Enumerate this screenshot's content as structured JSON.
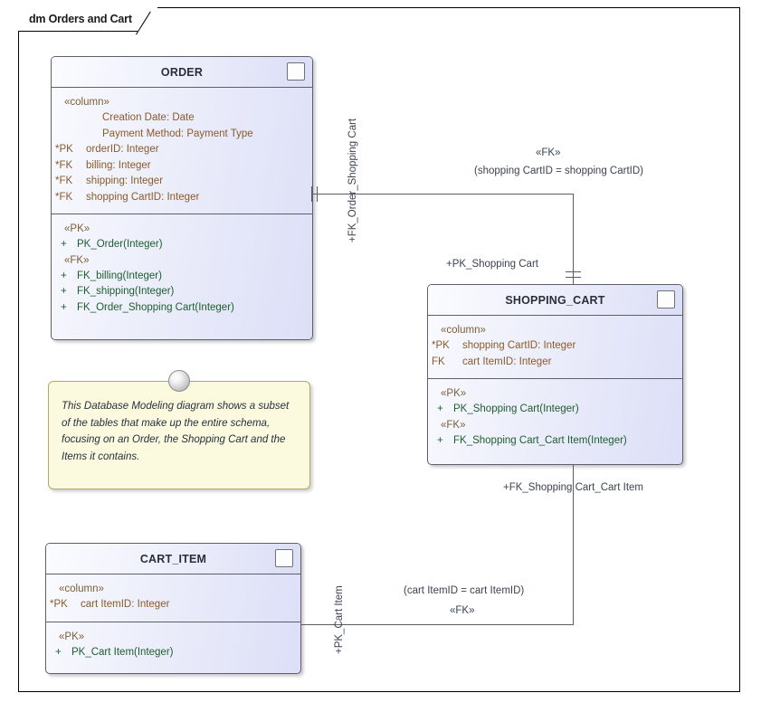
{
  "frame": {
    "tab_label": "dm Orders and Cart"
  },
  "tables": [
    {
      "id": "order",
      "name": "ORDER",
      "icon": "table-icon",
      "sections": [
        {
          "stereotype": "«column»",
          "rows": [
            {
              "key": "",
              "text": "Creation Date: Date",
              "indent": true
            },
            {
              "key": "",
              "text": "Payment Method: Payment Type",
              "indent": true
            },
            {
              "key": "*PK",
              "text": "orderID: Integer",
              "indent": false
            },
            {
              "key": "*FK",
              "text": "billing: Integer",
              "indent": false
            },
            {
              "key": "*FK",
              "text": "shipping: Integer",
              "indent": false
            },
            {
              "key": "*FK",
              "text": "shopping CartID: Integer",
              "indent": false
            }
          ]
        },
        {
          "groups": [
            {
              "stereotype": "«PK»",
              "ops": [
                {
                  "vis": "+",
                  "text": "PK_Order(Integer)"
                }
              ]
            },
            {
              "stereotype": "«FK»",
              "ops": [
                {
                  "vis": "+",
                  "text": "FK_billing(Integer)"
                },
                {
                  "vis": "+",
                  "text": "FK_shipping(Integer)"
                },
                {
                  "vis": "+",
                  "text": "FK_Order_Shopping Cart(Integer)"
                }
              ]
            }
          ]
        }
      ]
    },
    {
      "id": "shopping_cart",
      "name": "SHOPPING_CART",
      "icon": "table-icon",
      "sections": [
        {
          "stereotype": "«column»",
          "rows": [
            {
              "key": "*PK",
              "text": "shopping CartID: Integer",
              "indent": false
            },
            {
              "key": "FK",
              "text": "cart ItemID: Integer",
              "indent": false
            }
          ]
        },
        {
          "groups": [
            {
              "stereotype": "«PK»",
              "ops": [
                {
                  "vis": "+",
                  "text": "PK_Shopping Cart(Integer)"
                }
              ]
            },
            {
              "stereotype": "«FK»",
              "ops": [
                {
                  "vis": "+",
                  "text": "FK_Shopping Cart_Cart Item(Integer)"
                }
              ]
            }
          ]
        }
      ]
    },
    {
      "id": "cart_item",
      "name": "CART_ITEM",
      "icon": "table-icon",
      "sections": [
        {
          "stereotype": "«column»",
          "rows": [
            {
              "key": "*PK",
              "text": "cart ItemID: Integer",
              "indent": false
            }
          ]
        },
        {
          "groups": [
            {
              "stereotype": "«PK»",
              "ops": [
                {
                  "vis": "+",
                  "text": "PK_Cart Item(Integer)"
                }
              ]
            }
          ]
        }
      ]
    }
  ],
  "note": {
    "text": "This Database Modeling diagram shows a subset of the tables that make up the entire schema, focusing on an Order, the Shopping Cart and the Items it contains."
  },
  "connectors": [
    {
      "id": "order-shopping-cart",
      "source_role": "+FK_Order_Shopping Cart",
      "target_role": "+PK_Shopping Cart",
      "stereotype": "«FK»",
      "constraint": "(shopping CartID = shopping CartID)"
    },
    {
      "id": "shopping-cart-cart-item",
      "source_role": "+FK_Shopping Cart_Cart Item",
      "target_role": "+PK_Cart Item",
      "stereotype": "«FK»",
      "constraint": "(cart ItemID = cart ItemID)"
    }
  ],
  "colors": {
    "table_border": "#5d5f6b",
    "attribute_text": "#8a5a2a",
    "operation_text": "#1f5c2f",
    "stereotype_text": "#7a5e35",
    "note_fill": "#fcfade",
    "note_border": "#b3a86b",
    "connector": "#5a5c68",
    "icon_accent": "#1b39d8"
  }
}
